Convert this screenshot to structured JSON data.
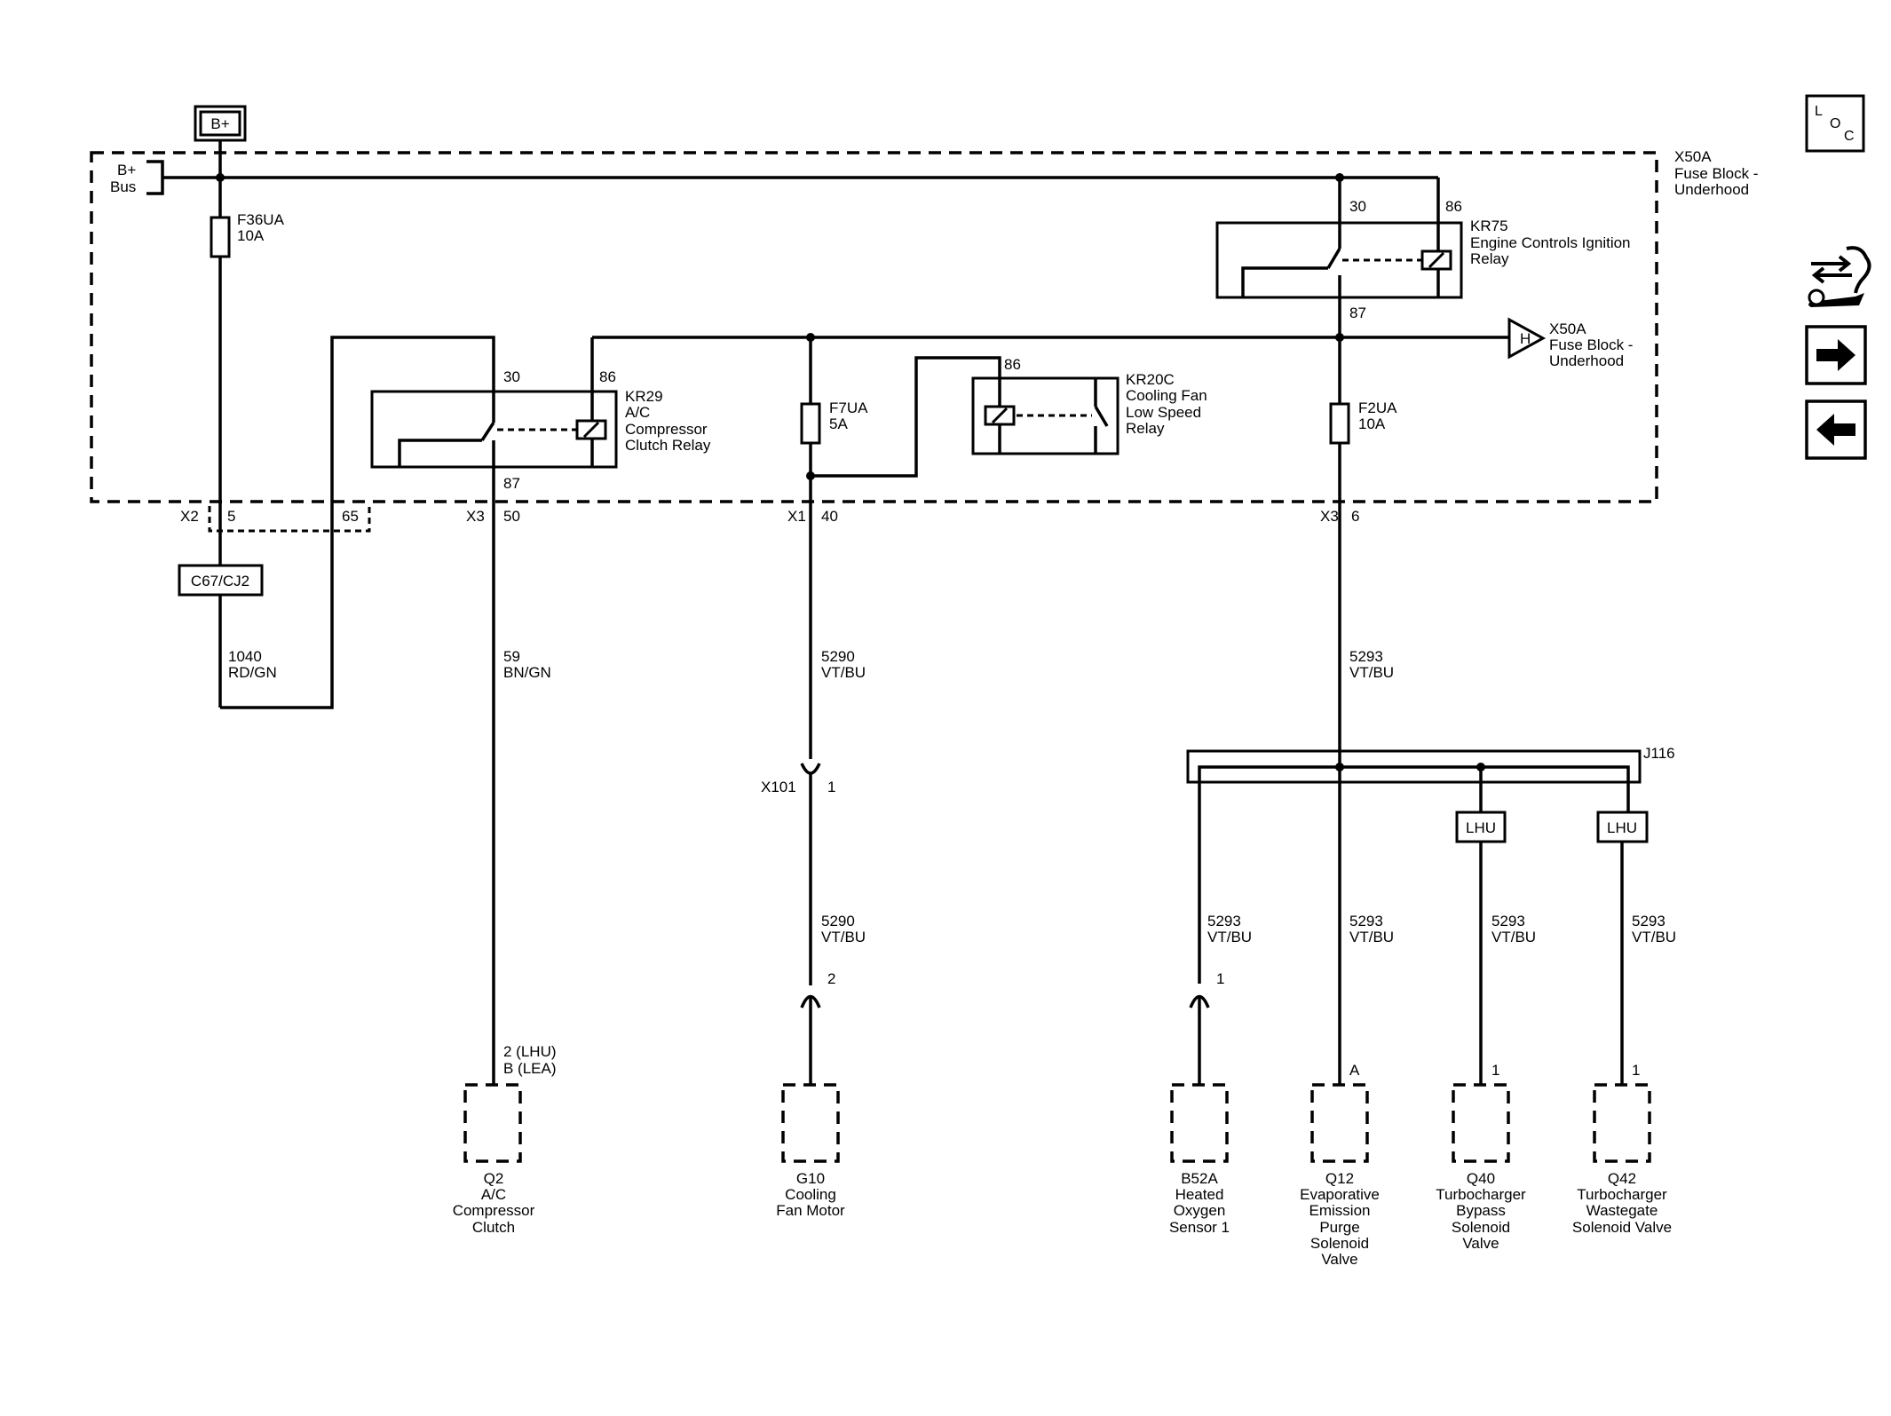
{
  "battery": {
    "label": "B+"
  },
  "bus": {
    "line1": "B+",
    "line2": "Bus"
  },
  "fuse_block": {
    "name": "X50A",
    "line1": "Fuse Block -",
    "line2": "Underhood"
  },
  "fuse_block_ref": {
    "letter": "H",
    "name": "X50A",
    "line1": "Fuse Block -",
    "line2": "Underhood"
  },
  "fuses": [
    {
      "name": "F36UA",
      "rating": "10A"
    },
    {
      "name": "F7UA",
      "rating": "5A"
    },
    {
      "name": "F2UA",
      "rating": "10A"
    }
  ],
  "relays": {
    "kr75": {
      "name": "KR75",
      "line1": "Engine Controls Ignition",
      "line2": "Relay",
      "pin30": "30",
      "pin86": "86",
      "pin87": "87"
    },
    "kr29": {
      "name": "KR29",
      "line1": "A/C",
      "line2": "Compressor",
      "line3": "Clutch Relay",
      "pin30": "30",
      "pin86": "86",
      "pin87": "87"
    },
    "kr20c": {
      "name": "KR20C",
      "line1": "Cooling Fan",
      "line2": "Low Speed",
      "line3": "Relay",
      "pin86": "86"
    }
  },
  "connectors": {
    "x2": {
      "name": "X2",
      "pin_a": "5",
      "pin_b": "65"
    },
    "x3a": {
      "name": "X3",
      "pin": "50"
    },
    "x1": {
      "name": "X1",
      "pin": "40"
    },
    "x3b": {
      "name": "X3",
      "pin": "6"
    },
    "c67": {
      "label": "C67/CJ2"
    },
    "x101": {
      "name": "X101",
      "pin": "1"
    },
    "g10_pin": "2",
    "b52a_pin": "1",
    "q12_pin": "A",
    "q40_pin": "1",
    "q42_pin": "1",
    "q2_pins": {
      "line1": "2 (LHU)",
      "line2": "B (LEA)"
    }
  },
  "splice": {
    "name": "J116"
  },
  "option_tags": {
    "q40": "LHU",
    "q42": "LHU"
  },
  "wires": [
    {
      "circuit": "1040",
      "color": "RD/GN"
    },
    {
      "circuit": "59",
      "color": "BN/GN"
    },
    {
      "circuit": "5290",
      "color": "VT/BU"
    },
    {
      "circuit": "5290",
      "color": "VT/BU"
    },
    {
      "circuit": "5293",
      "color": "VT/BU"
    },
    {
      "circuit": "5293",
      "color": "VT/BU"
    },
    {
      "circuit": "5293",
      "color": "VT/BU"
    },
    {
      "circuit": "5293",
      "color": "VT/BU"
    },
    {
      "circuit": "5293",
      "color": "VT/BU"
    }
  ],
  "components": {
    "q2": {
      "name": "Q2",
      "line1": "A/C",
      "line2": "Compressor",
      "line3": "Clutch"
    },
    "g10": {
      "name": "G10",
      "line1": "Cooling",
      "line2": "Fan Motor"
    },
    "b52a": {
      "name": "B52A",
      "line1": "Heated",
      "line2": "Oxygen",
      "line3": "Sensor 1"
    },
    "q12": {
      "name": "Q12",
      "line1": "Evaporative",
      "line2": "Emission",
      "line3": "Purge",
      "line4": "Solenoid",
      "line5": "Valve"
    },
    "q40": {
      "name": "Q40",
      "line1": "Turbocharger",
      "line2": "Bypass",
      "line3": "Solenoid",
      "line4": "Valve"
    },
    "q42": {
      "name": "Q42",
      "line1": "Turbocharger",
      "line2": "Wastegate",
      "line3": "Solenoid Valve"
    }
  },
  "nav": {
    "loc_l": "L",
    "loc_o": "O",
    "loc_c": "C"
  }
}
